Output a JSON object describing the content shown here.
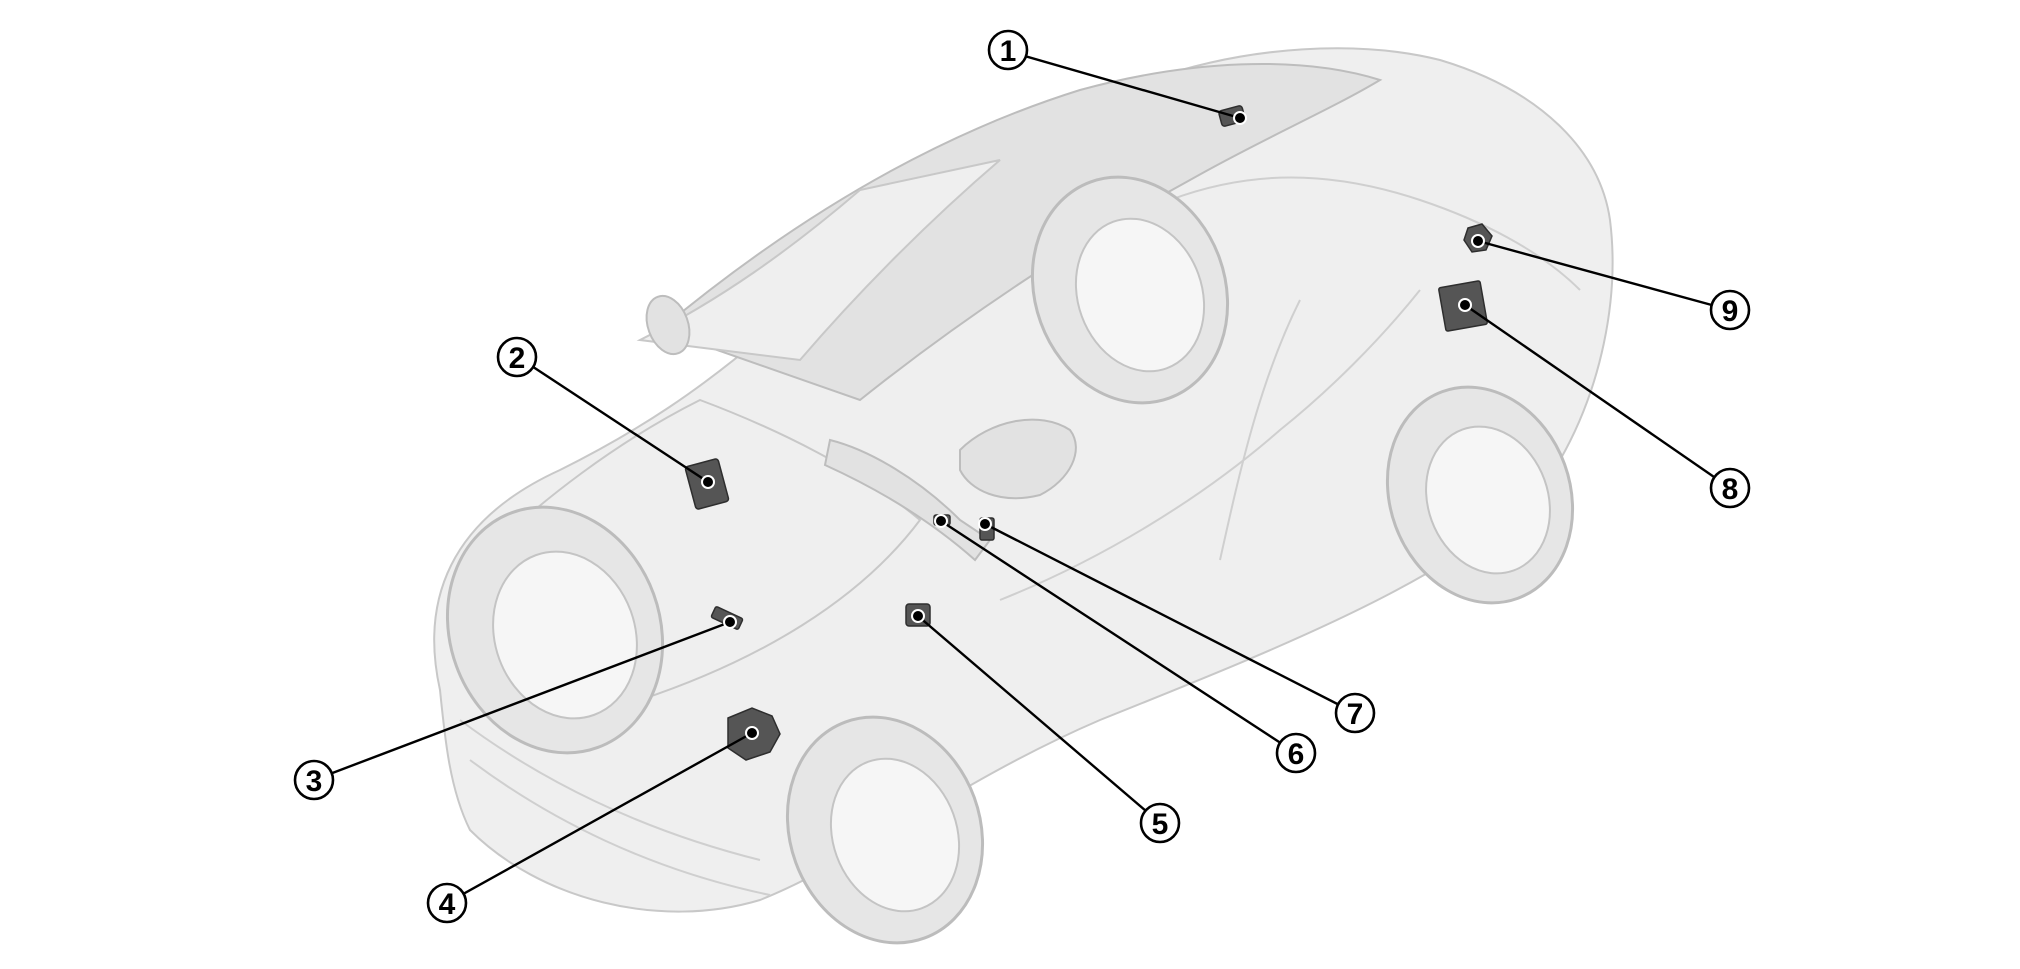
{
  "diagram": {
    "callouts": [
      {
        "label": "1"
      },
      {
        "label": "2"
      },
      {
        "label": "3"
      },
      {
        "label": "4"
      },
      {
        "label": "5"
      },
      {
        "label": "6"
      },
      {
        "label": "7"
      },
      {
        "label": "8"
      },
      {
        "label": "9"
      }
    ]
  }
}
